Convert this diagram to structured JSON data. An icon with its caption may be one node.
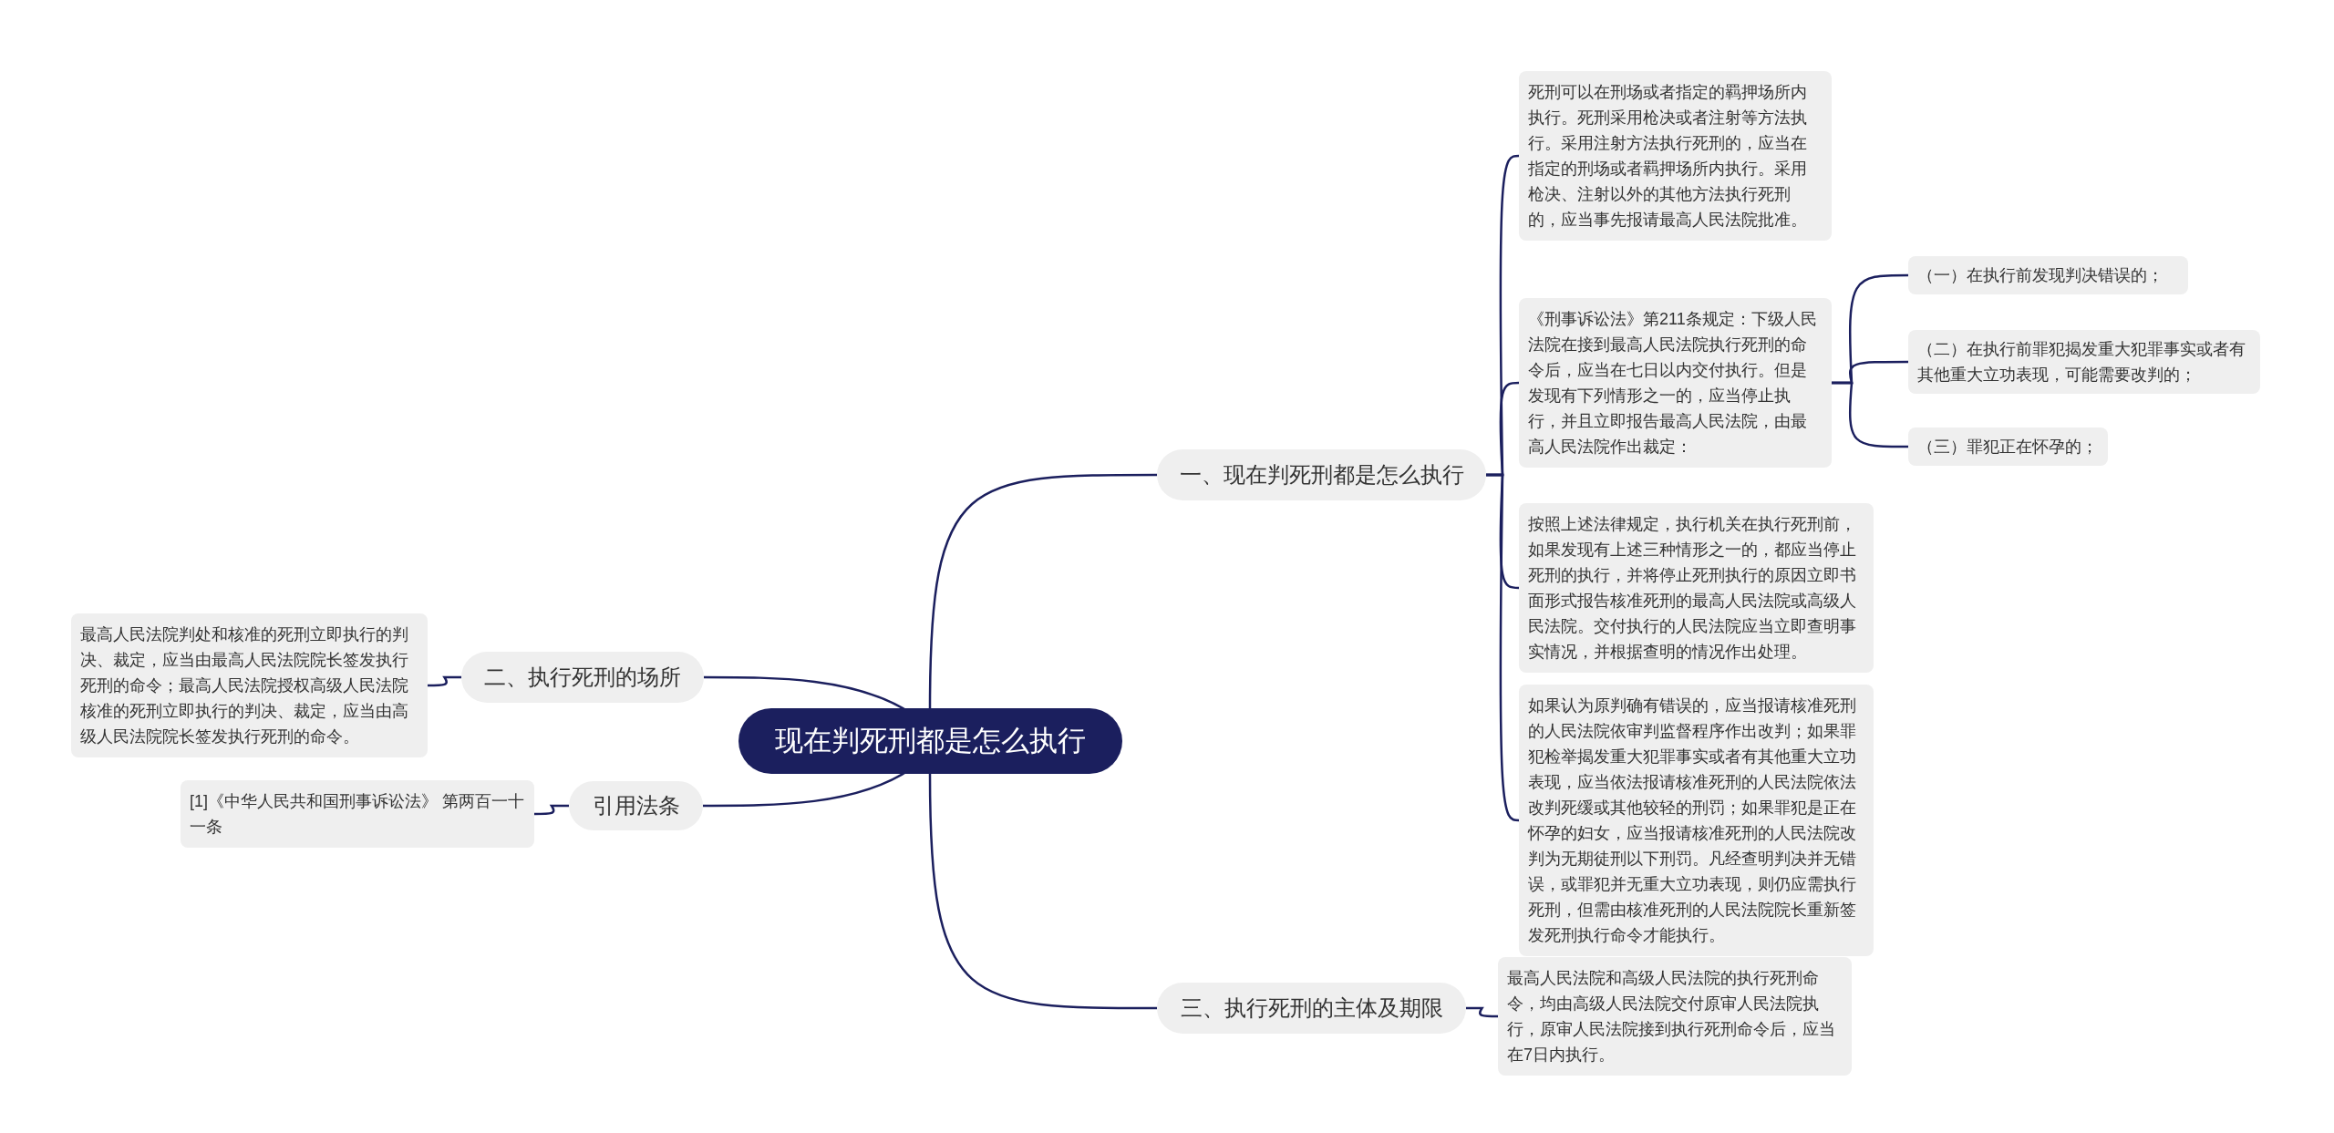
{
  "diagram": {
    "nodes": [
      {
        "text": [
          "现在判死刑都是怎么执行"
        ]
      },
      {
        "text": [
          "一、现在判死刑都是怎么执行"
        ]
      },
      {
        "text": [
          "死刑可以在刑场或者指定的羁押场所内执行。死刑采用枪决或者注射等方法执行。采用注射方法执行死刑的，应当在指定的刑场或者羁押场所内执行。采用枪决、注射以外的其他方法执行死刑的，应当事先报请最高人民法院批准。"
        ]
      },
      {
        "text": [
          "《刑事诉讼法》第211条规定：下级人民法院在接到最高人民法院执行死刑的命令后，应当在七日以内交付执行。但是发现有下列情形之一的，应当停止执行，并且立即报告最高人民法院，由最高人民法院作出裁定："
        ]
      },
      {
        "text": [
          "（一）在执行前发现判决错误的；"
        ]
      },
      {
        "text": [
          "（二）在执行前罪犯揭发重大犯罪事实或者有其他重大立功表现，可能需要改判的；"
        ]
      },
      {
        "text": [
          "（三）罪犯正在怀孕的；"
        ]
      },
      {
        "text": [
          "按照上述法律规定，执行机关在执行死刑前，如果发现有上述三种情形之一的，都应当停止死刑的执行，并将停止死刑执行的原因立即书面形式报告核准死刑的最高人民法院或高级人民法院。交付执行的人民法院应当立即查明事实情况，并根据查明的情况作出处理。"
        ]
      },
      {
        "text": [
          "如果认为原判确有错误的，应当报请核准死刑的人民法院依审判监督程序作出改判；如果罪犯检举揭发重大犯罪事实或者有其他重大立功表现，应当依法报请核准死刑的人民法院依法改判死缓或其他较轻的刑罚；如果罪犯是正在怀孕的妇女，应当报请核准死刑的人民法院改判为无期徒刑以下刑罚。凡经查明判决并无错误，或罪犯并无重大立功表现，则仍应需执行死刑，但需由核准死刑的人民法院院长重新签发死刑执行命令才能执行。"
        ]
      },
      {
        "text": [
          "三、执行死刑的主体及期限"
        ]
      },
      {
        "text": [
          "最高人民法院和高级人民法院的执行死刑命令，均由高级人民法院交付原审人民法院执行，原审人民法院接到执行死刑命令后，应当在7日内执行。"
        ]
      },
      {
        "text": [
          "二、执行死刑的场所"
        ]
      },
      {
        "text": [
          "最高人民法院判处和核准的死刑立即执行的判决、裁定，应当由最高人民法院院长签发执行死刑的命令；最高人民法院授权高级人民法院核准的死刑立即执行的判决、裁定，应当由高级人民法院院长签发执行死刑的命令。"
        ]
      },
      {
        "text": [
          "引用法条"
        ]
      },
      {
        "text": [
          "[1]《中华人民共和国刑事诉讼法》 第两百一十一条"
        ]
      }
    ],
    "edges": [
      {
        "from": 0,
        "to": 1,
        "arrow": "none"
      },
      {
        "from": 0,
        "to": 9,
        "arrow": "none"
      },
      {
        "from": 0,
        "to": 11,
        "arrow": "none"
      },
      {
        "from": 0,
        "to": 13,
        "arrow": "none"
      },
      {
        "from": 1,
        "to": 2,
        "arrow": "none"
      },
      {
        "from": 1,
        "to": 3,
        "arrow": "none"
      },
      {
        "from": 1,
        "to": 7,
        "arrow": "none"
      },
      {
        "from": 1,
        "to": 8,
        "arrow": "none"
      },
      {
        "from": 3,
        "to": 4,
        "arrow": "none"
      },
      {
        "from": 3,
        "to": 5,
        "arrow": "none"
      },
      {
        "from": 3,
        "to": 6,
        "arrow": "none"
      },
      {
        "from": 9,
        "to": 10,
        "arrow": "none"
      },
      {
        "from": 11,
        "to": 12,
        "arrow": "none"
      },
      {
        "from": 13,
        "to": 14,
        "arrow": "none"
      }
    ]
  }
}
